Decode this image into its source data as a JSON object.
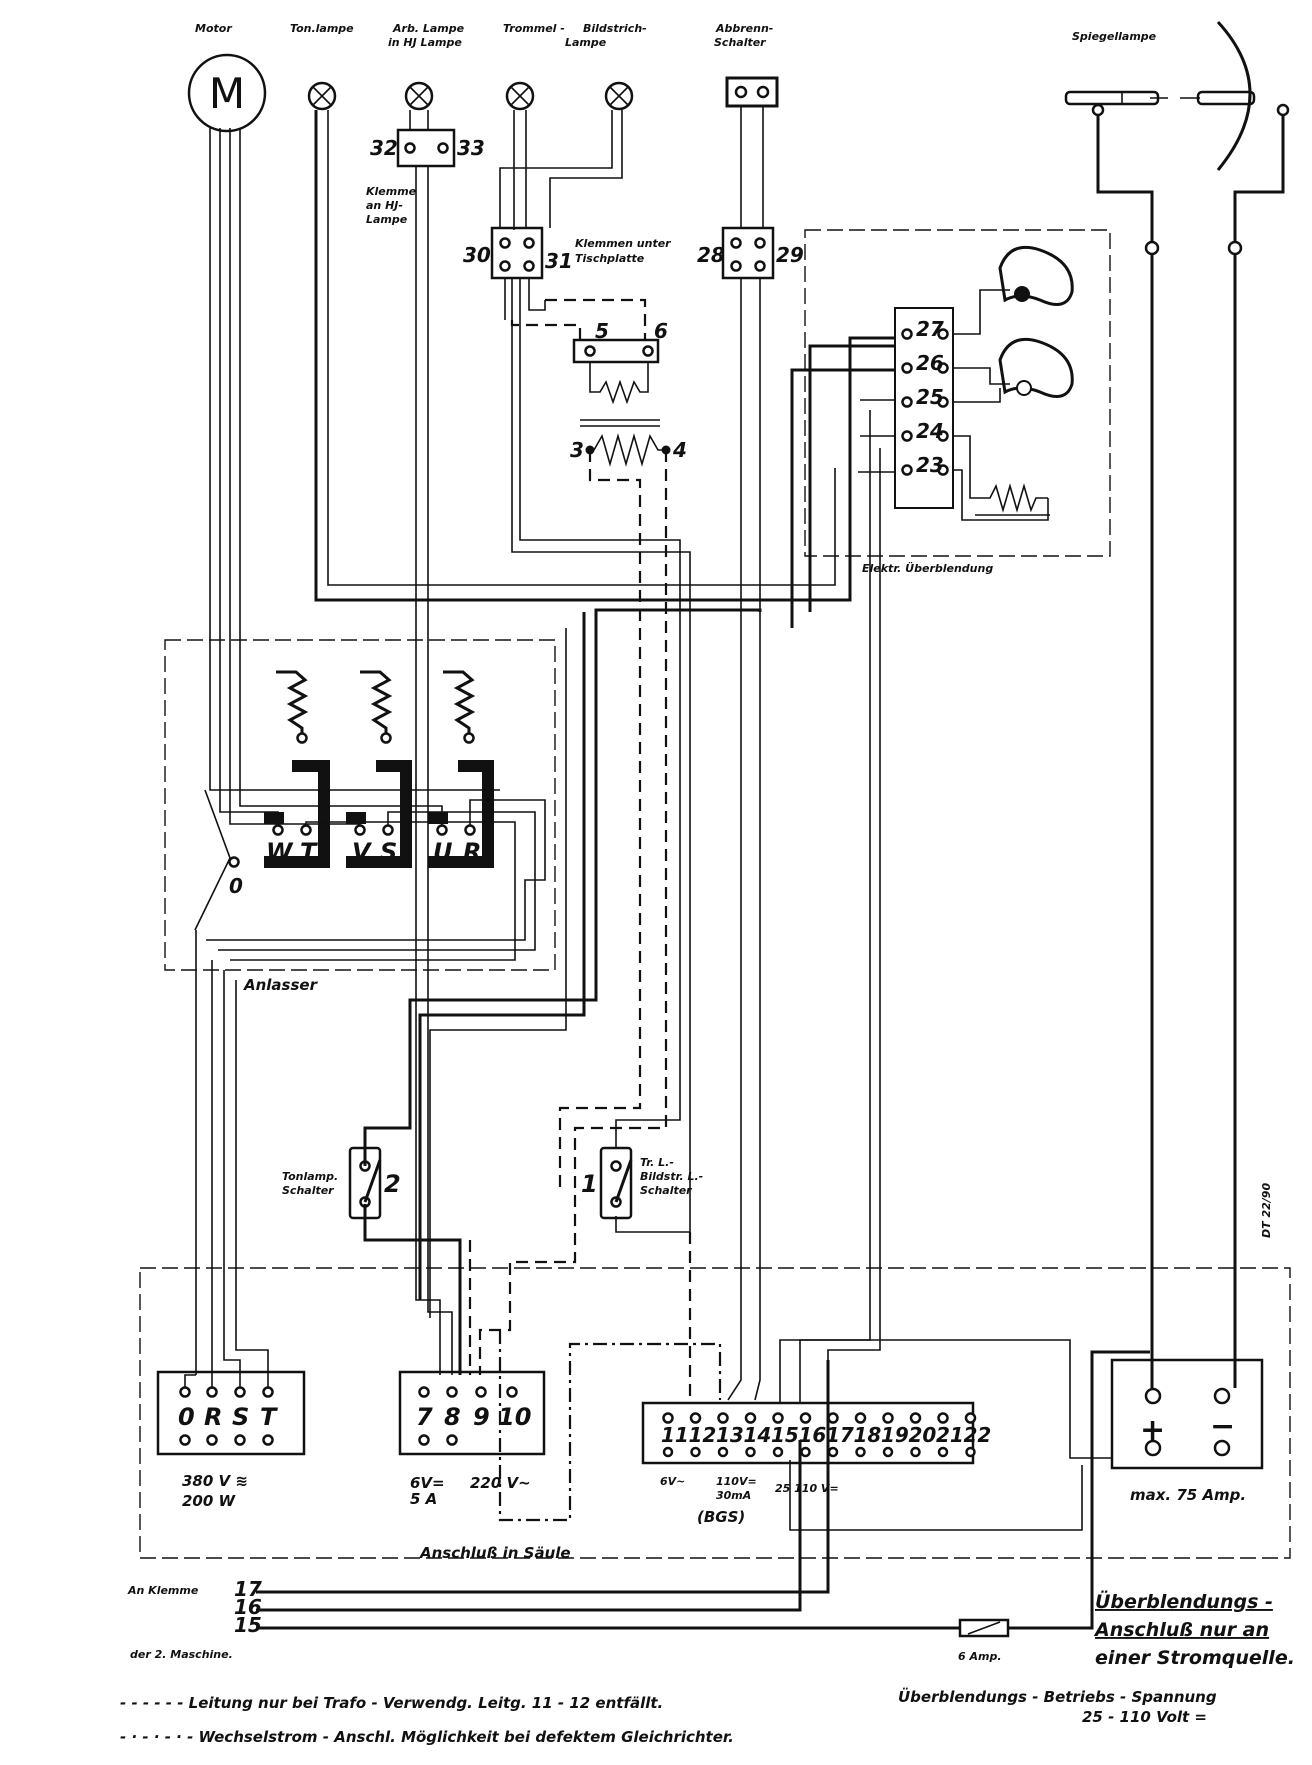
{
  "labels": {
    "motor": "Motor",
    "motor_symbol": "M",
    "tonlampe": "Ton.lampe",
    "arb_lampe_1": "Arb. Lampe",
    "arb_lampe_2": "in HJ Lampe",
    "trommel_1": "Trommel -",
    "trommel_2": "Lampe",
    "bildstrich": "Bildstrich-",
    "abbrenn_1": "Abbrenn-",
    "abbrenn_2": "Schalter",
    "spiegellampe": "Spiegellampe",
    "klemme_1": "Klemme",
    "klemme_2": "an HJ-",
    "klemme_3": "Lampe",
    "klemmen_unter_1": "Klemmen unter",
    "klemmen_unter_2": "Tischplatte",
    "ueberblendung": "Elektr. Überblendung",
    "anlasser": "Anlasser",
    "tonlamp_schalter_1": "Tonlamp.",
    "tonlamp_schalter_2": "Schalter",
    "trl_schalter_1": "Tr. L.-",
    "trl_schalter_2": "Bildstr. L.-",
    "trl_schalter_3": "Schalter",
    "spec_380": "380 V ≋",
    "spec_200w": "200 W",
    "spec_6v": "6V=",
    "spec_5a": "5 A",
    "spec_220": "220 V~",
    "spec_6vac": "6V~",
    "spec_110v": "110V=",
    "spec_30ma": "30mA",
    "spec_bgs": "(BGS)",
    "spec_25_110": "25 110 V=",
    "max_amp": "max. 75 Amp.",
    "anschluss_saeule": "Anschluß in Säule",
    "an_klemme": "An Klemme",
    "der_2_maschine": "der 2. Maschine.",
    "fuse": "6 Amp.",
    "note_ueberbl_1": "Überblendungs -",
    "note_ueberbl_2": "Anschluß nur an",
    "note_ueberbl_3": "einer Stromquelle.",
    "betrieb_1": "Überblendungs - Betriebs - Spannung",
    "betrieb_2": "25 - 110 Volt =",
    "legend_dash": "- - - - - - Leitung nur bei Trafo - Verwendg. Leitg. 11 - 12 entfällt.",
    "legend_dashdot": "- · - · - · - Wechselstrom - Anschl. Möglichkeit bei defektem Gleichrichter.",
    "drawing_no": "DT 22/90"
  },
  "terminals": {
    "n32": "32",
    "n33": "33",
    "n30": "30",
    "n31": "31",
    "n28": "28",
    "n29": "29",
    "n5": "5",
    "n6": "6",
    "n3": "3",
    "n4": "4",
    "n27": "27",
    "n26": "26",
    "n25": "25",
    "n24": "24",
    "n23": "23",
    "W": "W",
    "T": "T",
    "V": "V",
    "S": "S",
    "U": "U",
    "R": "R",
    "zero": "0",
    "s1": "1",
    "s2": "2",
    "t17": "17",
    "t16": "16",
    "t15": "15"
  },
  "strip_orst": [
    "0",
    "R",
    "S",
    "T"
  ],
  "strip_7_10": [
    "7",
    "8",
    "9",
    "10"
  ],
  "strip_11_22": [
    "11",
    "12",
    "13",
    "14",
    "15",
    "16",
    "17",
    "18",
    "19",
    "20",
    "21",
    "22"
  ],
  "battery": {
    "plus": "+",
    "minus": "−"
  }
}
